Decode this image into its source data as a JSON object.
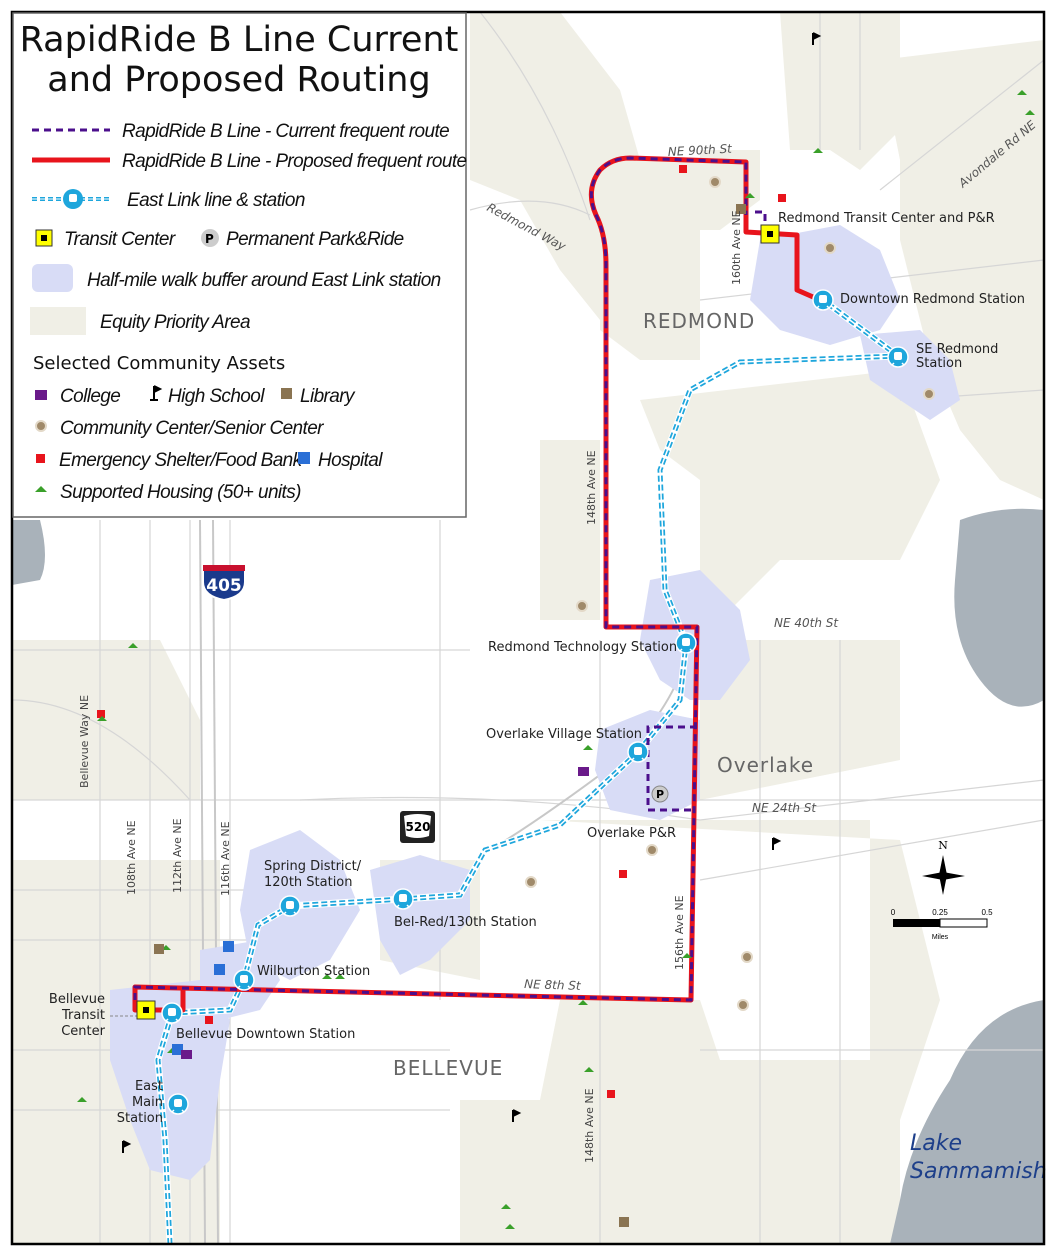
{
  "title": {
    "line1": "RapidRide B Line Current",
    "line2": "and Proposed Routing"
  },
  "legend": {
    "current_route": "RapidRide B Line - Current frequent route",
    "proposed_route": "RapidRide B Line - Proposed frequent route",
    "east_link": "East Link line & station",
    "transit_center": "Transit Center",
    "park_ride": "Permanent Park&Ride",
    "buffer": "Half-mile walk buffer around East Link station",
    "equity": "Equity Priority Area",
    "assets_heading": "Selected Community Assets",
    "college": "College",
    "high_school": "High School",
    "library": "Library",
    "community_center": "Community Center/Senior Center",
    "shelter": "Emergency Shelter/Food Bank",
    "hospital": "Hospital",
    "housing": "Supported Housing (50+ units)"
  },
  "colors": {
    "proposed": "#e8141c",
    "current": "#4b0f8c",
    "link": "#1ea6dc",
    "buffer": "#d8dcf6",
    "equity": "#f0efe6",
    "transit_center": "#ffff00"
  },
  "stations": {
    "redmond_tc": "Redmond Transit Center and P&R",
    "downtown_redmond": "Downtown Redmond Station",
    "se_redmond_1": "SE Redmond",
    "se_redmond_2": "Station",
    "redmond_tech": "Redmond Technology Station",
    "overlake_village": "Overlake Village Station",
    "overlake_pr": "Overlake P&R",
    "spring_1": "Spring District/",
    "spring_2": "120th Station",
    "belred": "Bel-Red/130th Station",
    "wilburton": "Wilburton Station",
    "bellevue_downtown": "Bellevue Downtown Station",
    "bellevue_tc_1": "Bellevue",
    "bellevue_tc_2": "Transit",
    "bellevue_tc_3": "Center",
    "east_main_1": "East",
    "east_main_2": "Main",
    "east_main_3": "Station"
  },
  "streets": {
    "ne90": "NE 90th St",
    "redmond_way": "Redmond Way",
    "avondale": "Avondale Rd NE",
    "ave160": "160th Ave NE",
    "ave148a": "148th Ave NE",
    "ave148b": "148th Ave NE",
    "ne40": "NE 40th St",
    "ne24": "NE 24th St",
    "ne8": "NE 8th St",
    "ave156": "156th Ave NE",
    "bellevue_way": "Bellevue Way NE",
    "ave108": "108th Ave NE",
    "ave112": "112th Ave NE",
    "ave116": "116th Ave NE"
  },
  "places": {
    "redmond": "REDMOND",
    "overlake": "Overlake",
    "bellevue": "BELLEVUE",
    "lake_1": "Lake",
    "lake_2": "Sammamish"
  },
  "highways": {
    "i405": "405",
    "sr520": "520"
  },
  "scale": {
    "zero": "0",
    "mid": "0.25",
    "end": "0.5",
    "unit": "Miles",
    "north": "N"
  }
}
